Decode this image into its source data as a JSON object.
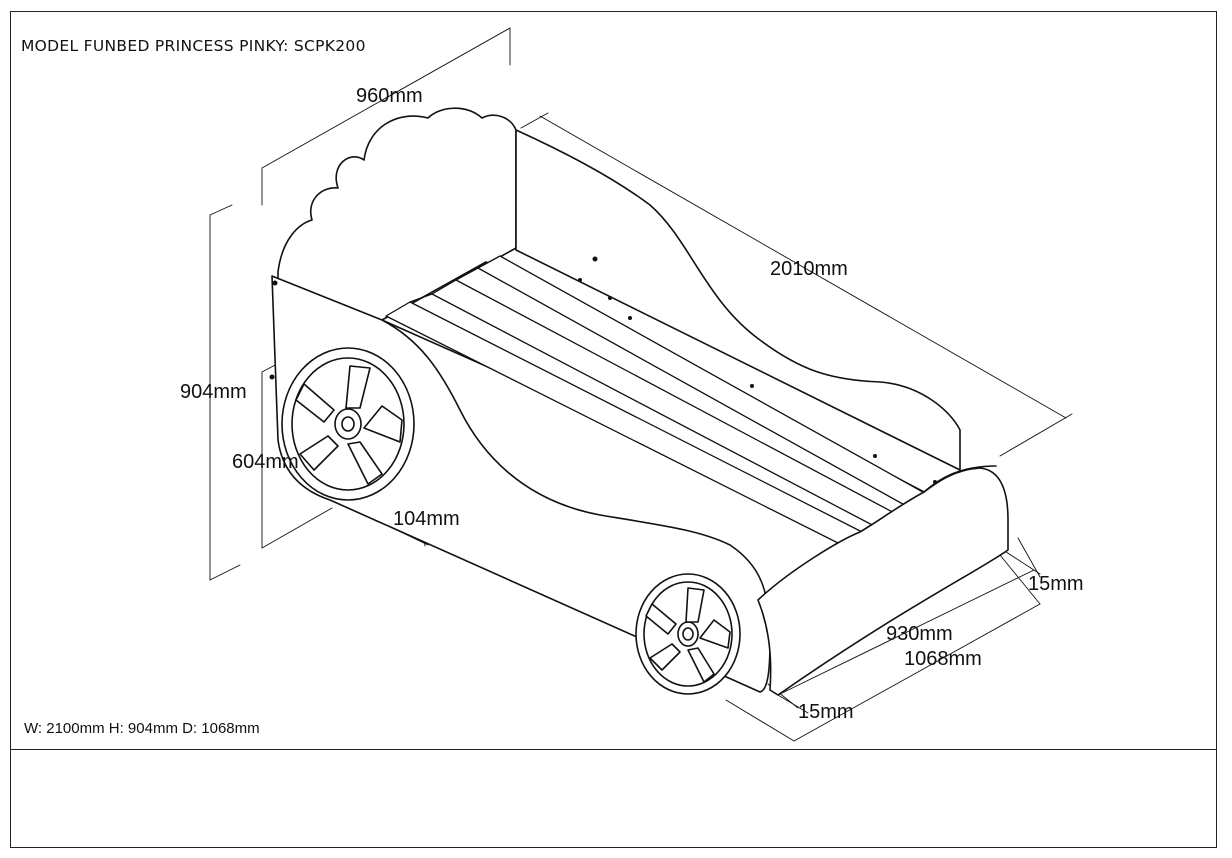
{
  "title": "MODEL FUNBED PRINCESS PINKY: SCPK200",
  "footer": "W: 2100mm H: 904mm D: 1068mm",
  "dimensions": {
    "width_top": "960mm",
    "length": "2010mm",
    "height_total": "904mm",
    "height_side": "604mm",
    "wheel_offset": "104mm",
    "thickness_right": "15mm",
    "inner_width": "930mm",
    "outer_width": "1068mm",
    "thickness_bottom": "15mm"
  }
}
